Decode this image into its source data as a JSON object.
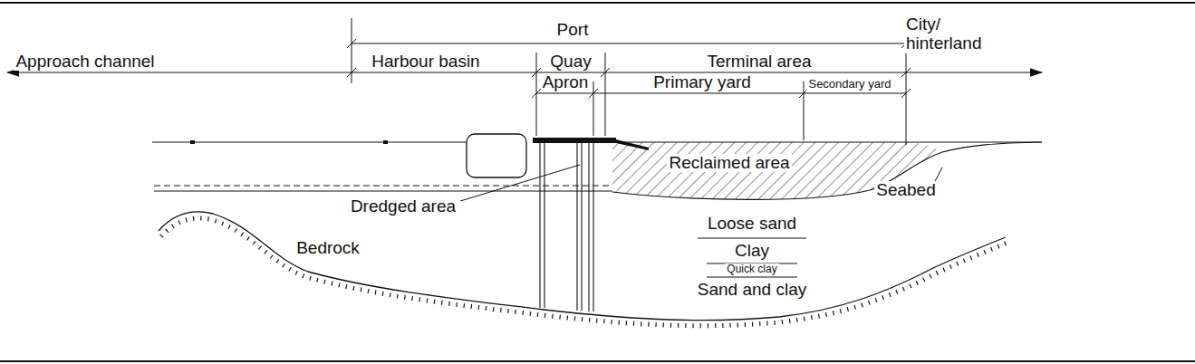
{
  "diagram": {
    "labels": [
      "Port",
      "City/ hinterland",
      "Approach channel",
      "Harbour basin",
      "Quay",
      "Terminal area",
      "Apron",
      "Primary yard",
      "Secondary yard",
      "Reclaimed area",
      "Loose sand",
      "Clay",
      "Quick clay",
      "Dredged area",
      "Seabed",
      "Sand and clay",
      "Bedrock"
    ]
  }
}
